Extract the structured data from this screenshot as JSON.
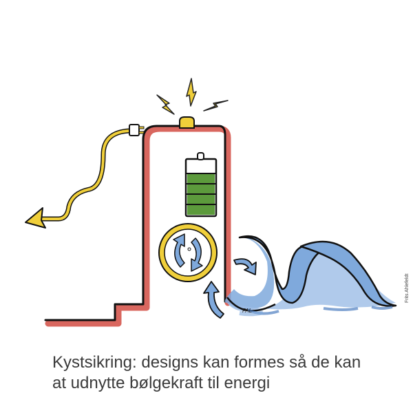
{
  "caption": {
    "line1": "Kystsikring: designs kan formes så de kan",
    "line2": "at udnytte bølgekraft til energi"
  },
  "credit": "Frits Ahlefeldt",
  "signature": "FAL",
  "illustration": {
    "elements": [
      "plug-cable-arrow",
      "lightning-bolts",
      "sea-wall-building",
      "battery-indicator",
      "turbine-circle-with-rotation-arrows",
      "waves",
      "flow-arrows"
    ],
    "battery_bars": 4,
    "colors": {
      "wall_red": "#d9675f",
      "outline": "#111111",
      "yellow": "#f0cf3a",
      "battery_green": "#5c9a3c",
      "wave_blue": "#7fa9dc",
      "wave_dark_blue": "#4f7fc0"
    }
  }
}
